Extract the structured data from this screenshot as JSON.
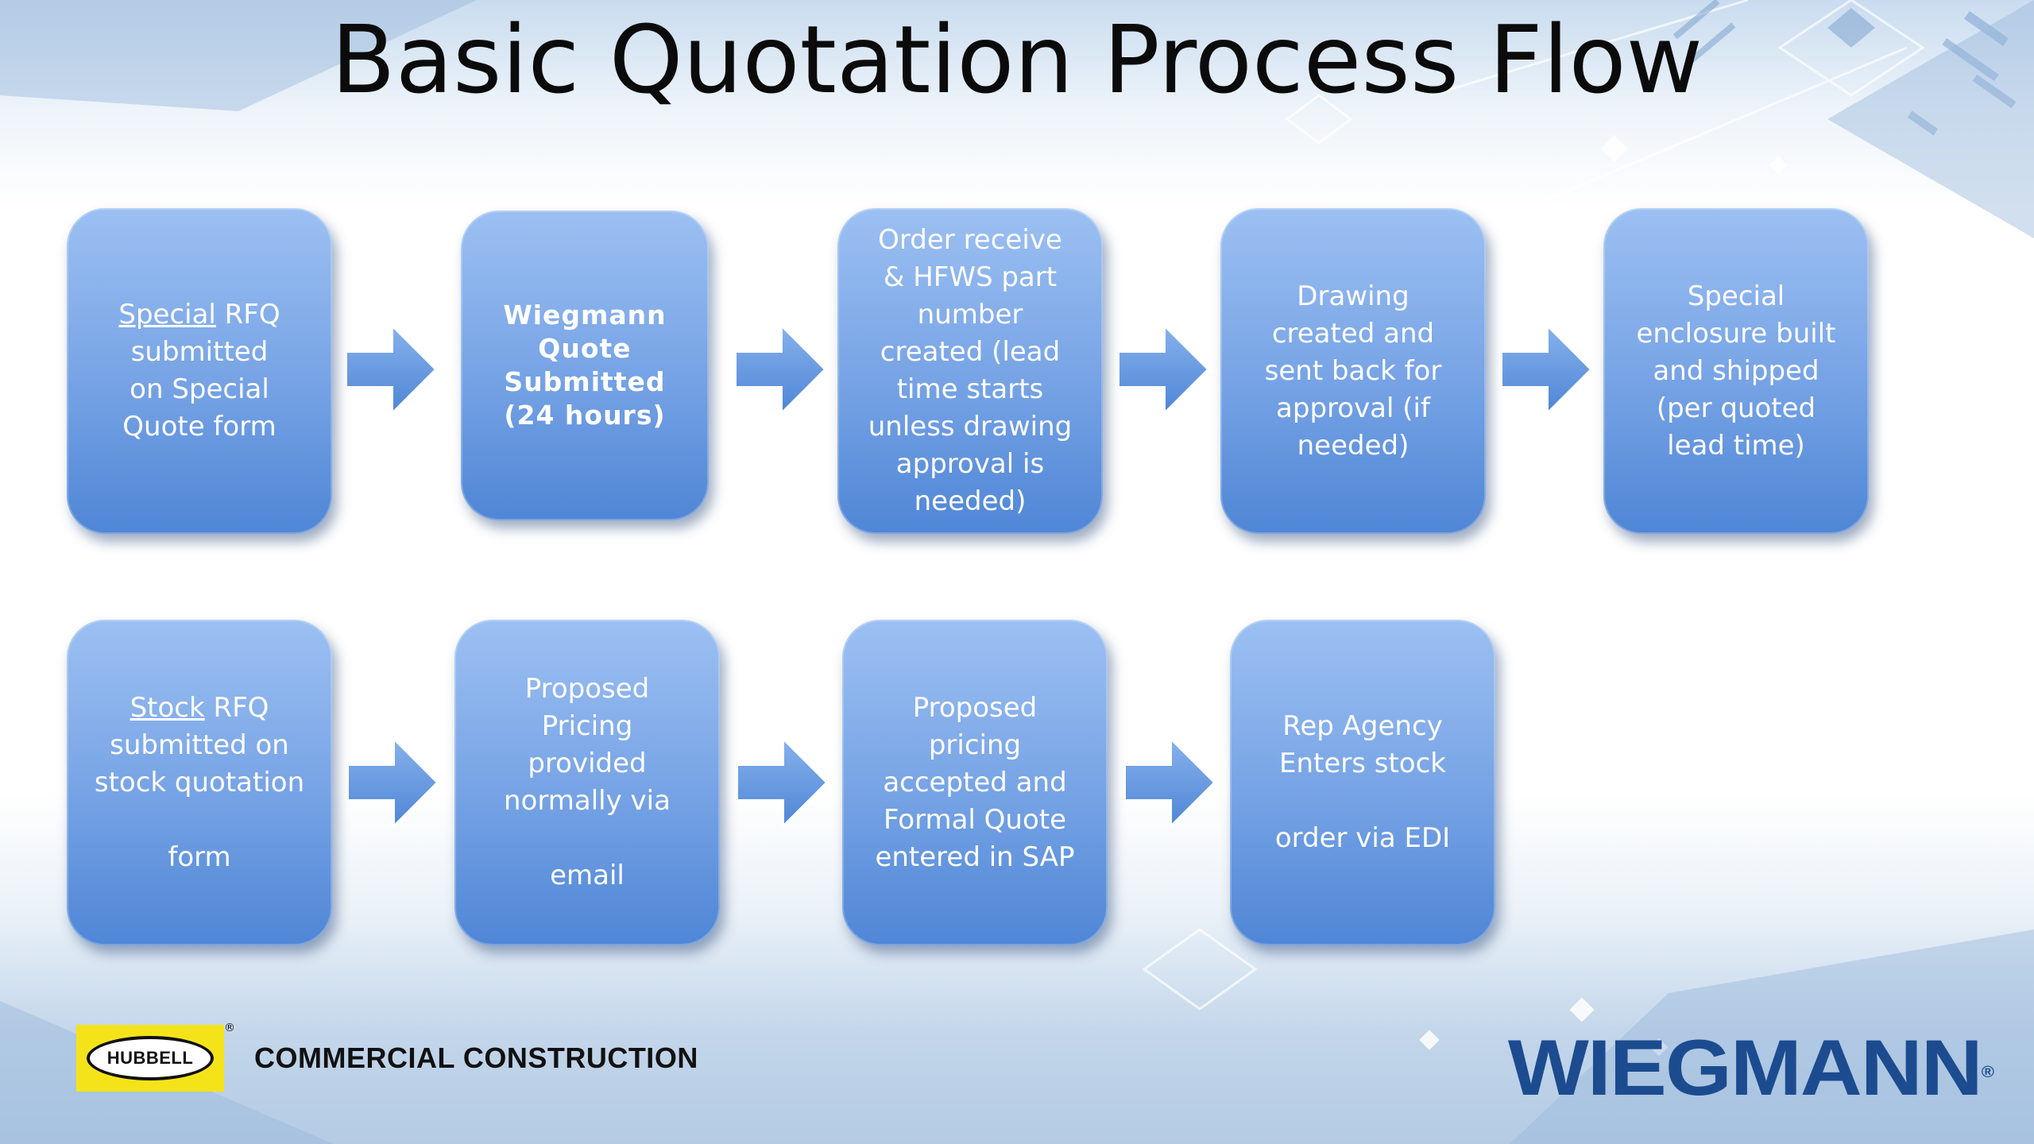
{
  "slide": {
    "title": "Basic Quotation Process Flow"
  },
  "row1": [
    {
      "underlined": "Special",
      "text": " RFQ\nsubmitted\non Special\nQuote form"
    },
    {
      "underlined": "",
      "text": "Wiegmann\nQuote\nSubmitted\n(24 hours)"
    },
    {
      "underlined": "",
      "text": "Order receive\n& HFWS part\nnumber\ncreated (lead\ntime starts\nunless drawing\napproval is\nneeded)"
    },
    {
      "underlined": "",
      "text": "Drawing\ncreated and\nsent back for\napproval (if\nneeded)"
    },
    {
      "underlined": "",
      "text": "Special\nenclosure built\nand shipped\n(per quoted\nlead time)"
    }
  ],
  "row2": [
    {
      "underlined": "Stock",
      "text": " RFQ\nsubmitted on\nstock quotation\n\nform"
    },
    {
      "underlined": "",
      "text": "Proposed\nPricing\nprovided\nnormally via\n\nemail"
    },
    {
      "underlined": "",
      "text": "Proposed\npricing\naccepted and\nFormal Quote\nentered in SAP"
    },
    {
      "underlined": "",
      "text": "Rep Agency\nEnters stock\n\norder via EDI"
    }
  ],
  "footer": {
    "hubbell_logo_text": "HUBBELL",
    "division": "COMMERCIAL CONSTRUCTION",
    "brand": "WIEGMANN"
  },
  "colors": {
    "box_top": "#9cc0f2",
    "box_bottom": "#4f86d6",
    "arrow": "#5f95df",
    "brand_blue": "#1c4c8f",
    "hubbell_yellow": "#f5e31a"
  }
}
